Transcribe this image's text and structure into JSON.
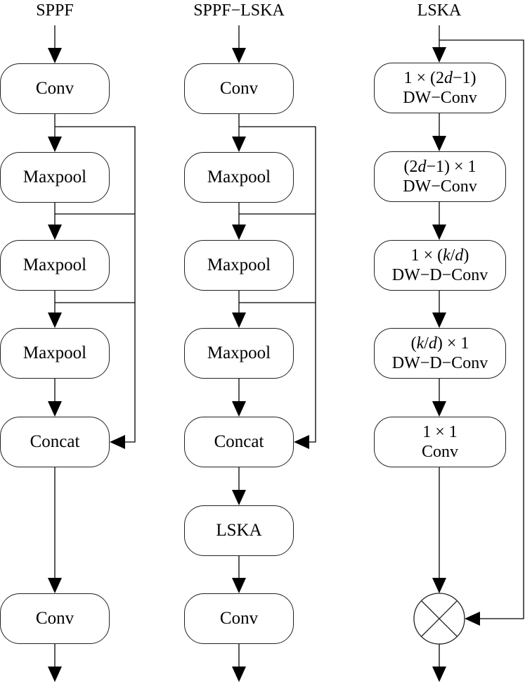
{
  "columns": [
    {
      "title": "SPPF",
      "blocks": [
        "Conv",
        "Maxpool",
        "Maxpool",
        "Maxpool",
        "Concat",
        "Conv"
      ]
    },
    {
      "title": "SPPF−LSKA",
      "blocks": [
        "Conv",
        "Maxpool",
        "Maxpool",
        "Maxpool",
        "Concat",
        "LSKA",
        "Conv"
      ]
    },
    {
      "title": "LSKA",
      "blocks": [
        {
          "line1": "1 × (2d−1)",
          "line2": "DW−Conv"
        },
        {
          "line1": "(2d−1) × 1",
          "line2": "DW−Conv"
        },
        {
          "line1": "1 × (k/d)",
          "line2": "DW−D−Conv"
        },
        {
          "line1": "(k/d) × 1",
          "line2": "DW−D−Conv"
        },
        {
          "line1": "1 × 1",
          "line2": "Conv"
        }
      ],
      "final_op": "element-wise multiplication (⊗)"
    }
  ]
}
